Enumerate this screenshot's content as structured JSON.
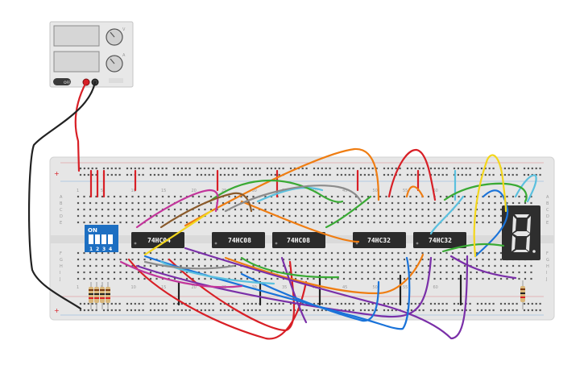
{
  "power_supply": {
    "button_label": "OFF",
    "knob_labels": [
      "V",
      "A"
    ]
  },
  "dip_switch": {
    "on_label": "ON",
    "switch_numbers": [
      "1",
      "2",
      "3",
      "4"
    ]
  },
  "chips": [
    "74HC04",
    "74HC08",
    "74HC08",
    "74HC32",
    "74HC32"
  ],
  "breadboard": {
    "row_labels_top": [
      "A",
      "B",
      "C",
      "D",
      "E"
    ],
    "row_labels_bottom": [
      "F",
      "G",
      "H",
      "I",
      "J"
    ],
    "column_numbers": [
      "1",
      "5",
      "10",
      "15",
      "20",
      "25",
      "30",
      "35",
      "40",
      "45",
      "50",
      "55",
      "60"
    ],
    "rail_plus": "+",
    "rail_minus": "−"
  },
  "display": {
    "digit": "8"
  },
  "colors": {
    "board": "#e6e6e6",
    "chip": "#2b2b2b",
    "dip": "#1d6fc2",
    "display": "#2e2e2e",
    "segment": "#e4e4e4",
    "wire_red": "#d81f26",
    "wire_black": "#222222",
    "wire_blue": "#1a73d9",
    "wire_cyan": "#5bc0de",
    "wire_green": "#3aaa35",
    "wire_orange": "#ef7d12",
    "wire_purple": "#7a2fa8",
    "wire_magenta": "#c2369b",
    "wire_yellow": "#f3d61b",
    "wire_brown": "#8a5a2b",
    "wire_gray": "#8c8c8c"
  }
}
